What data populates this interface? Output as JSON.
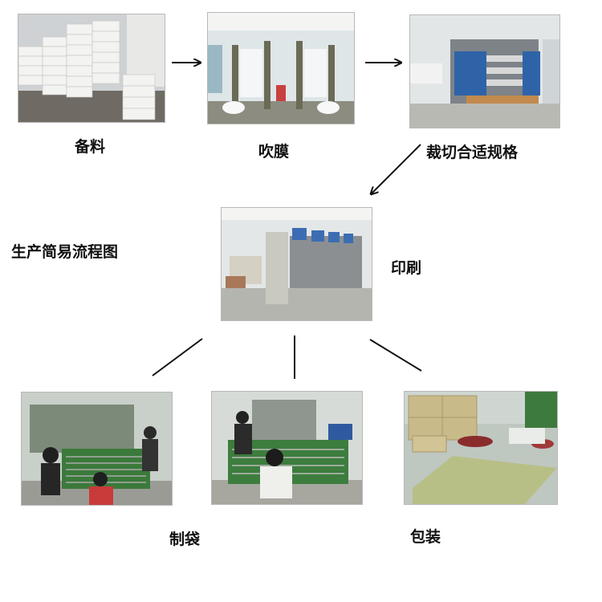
{
  "diagram": {
    "title": "生产简易流程图",
    "steps": [
      {
        "id": "materials",
        "label": "备料",
        "photo": "stacked-white-material-sacks"
      },
      {
        "id": "film-blowing",
        "label": "吹膜",
        "photo": "film-blowing-machine"
      },
      {
        "id": "slitting",
        "label": "裁切合适规格",
        "photo": "slitting-machine"
      },
      {
        "id": "printing",
        "label": "印刷",
        "photo": "printing-press-line"
      },
      {
        "id": "bag-making-1",
        "label": "",
        "photo": "bag-making-workers-left"
      },
      {
        "id": "bag-making-2",
        "label": "制袋",
        "photo": "bag-making-workers-center"
      },
      {
        "id": "packing",
        "label": "包装",
        "photo": "cardboard-boxes-packing"
      }
    ],
    "colors": {
      "text": "#111111",
      "arrow": "#111111",
      "background": "#ffffff"
    }
  }
}
